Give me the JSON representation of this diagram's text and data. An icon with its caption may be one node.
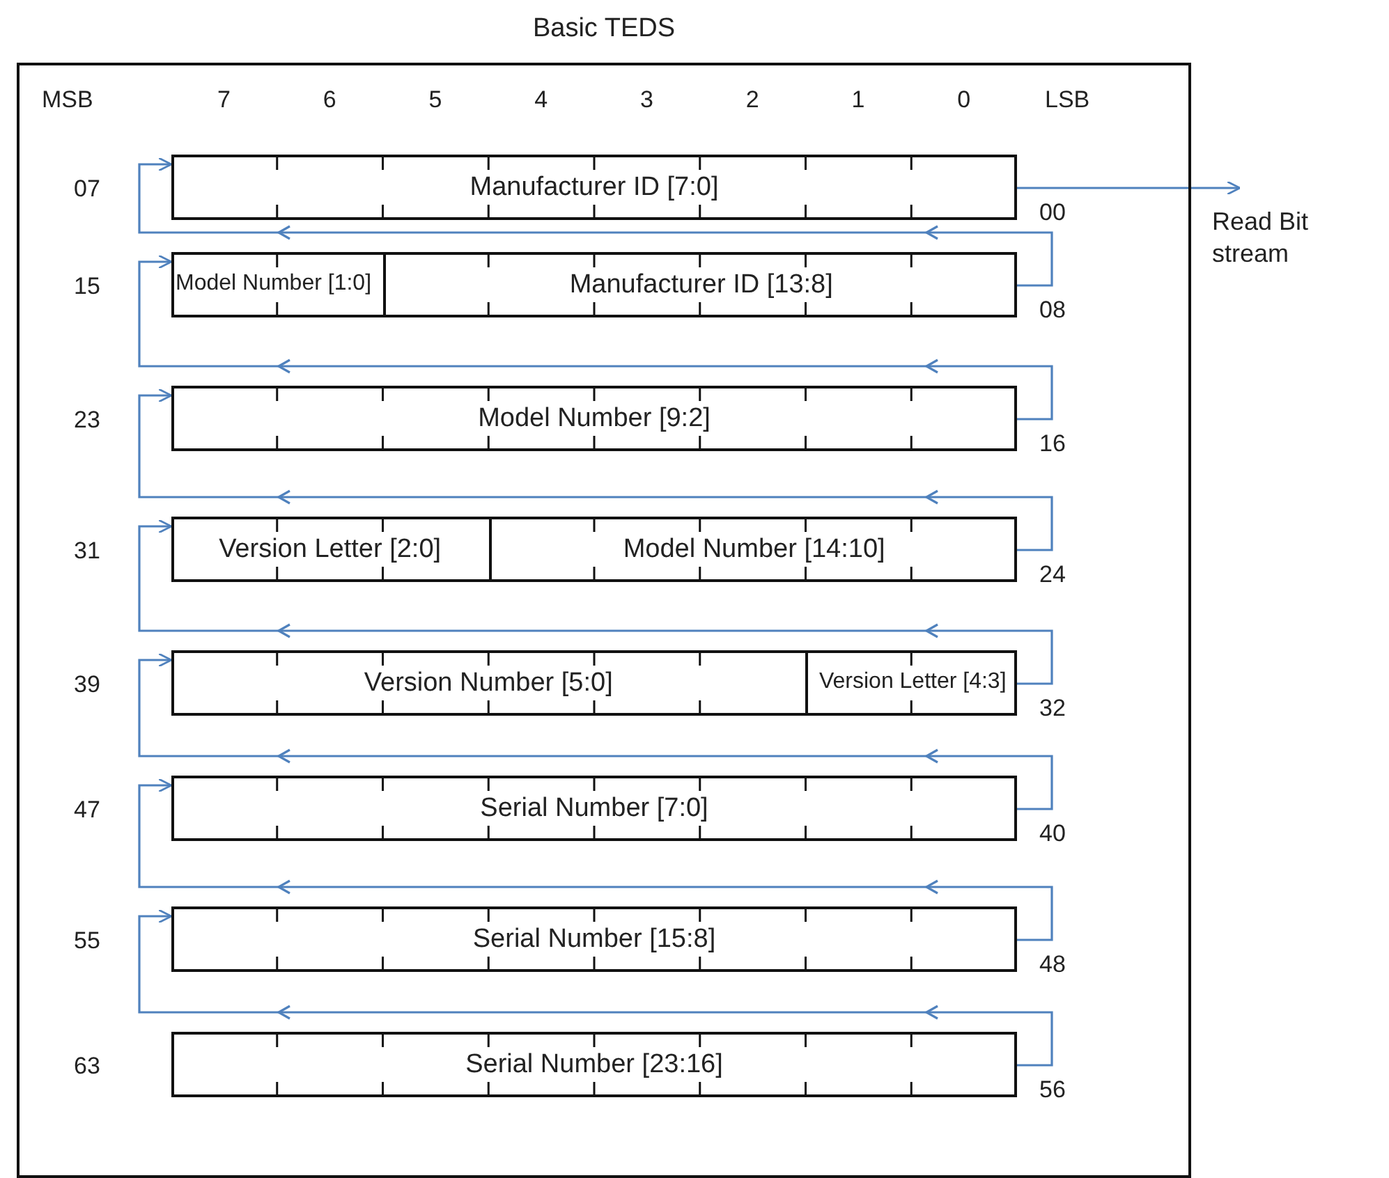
{
  "diagram": {
    "nodes": [
      {
        "text": [
          "Basic TEDS"
        ]
      },
      {
        "text": [
          "Manufacturer ID  [7:0]"
        ],
        "in": 0,
        "beside": [
          "07",
          "00"
        ]
      },
      {
        "text": [
          "Model Number [1:0]",
          "Manufacturer ID  [13:8]"
        ],
        "in": 0,
        "beside": [
          "15",
          "08"
        ]
      },
      {
        "text": [
          "Model Number [9:2]"
        ],
        "in": 0,
        "beside": [
          "23",
          "16"
        ]
      },
      {
        "text": [
          "Version Letter [2:0]",
          "Model Number [14:10]"
        ],
        "in": 0,
        "beside": [
          "31",
          "24"
        ]
      },
      {
        "text": [
          "Version Number [5:0]",
          "Version Letter [4:3]"
        ],
        "in": 0,
        "beside": [
          "39",
          "32"
        ]
      },
      {
        "text": [
          "Serial Number [7:0]"
        ],
        "in": 0,
        "beside": [
          "47",
          "40"
        ]
      },
      {
        "text": [
          "Serial Number [15:8]"
        ],
        "in": 0,
        "beside": [
          "55",
          "48"
        ]
      },
      {
        "text": [
          "Serial Number [23:16]"
        ],
        "in": 0,
        "beside": [
          "63",
          "56"
        ]
      },
      {
        "text": [
          "Read Bit stream"
        ]
      }
    ],
    "edges": [
      {
        "from": 1,
        "to": 9,
        "arrow": "to"
      },
      {
        "from": 2,
        "to": 1,
        "arrow": "to"
      },
      {
        "from": 3,
        "to": 2,
        "arrow": "to"
      },
      {
        "from": 4,
        "to": 3,
        "arrow": "to"
      },
      {
        "from": 5,
        "to": 4,
        "arrow": "to"
      },
      {
        "from": 6,
        "to": 5,
        "arrow": "to"
      },
      {
        "from": 7,
        "to": 6,
        "arrow": "to"
      },
      {
        "from": 8,
        "to": 7,
        "arrow": "to"
      }
    ],
    "labels": [
      "MSB",
      "7",
      "6",
      "5",
      "4",
      "3",
      "2",
      "1",
      "0",
      "LSB"
    ]
  }
}
